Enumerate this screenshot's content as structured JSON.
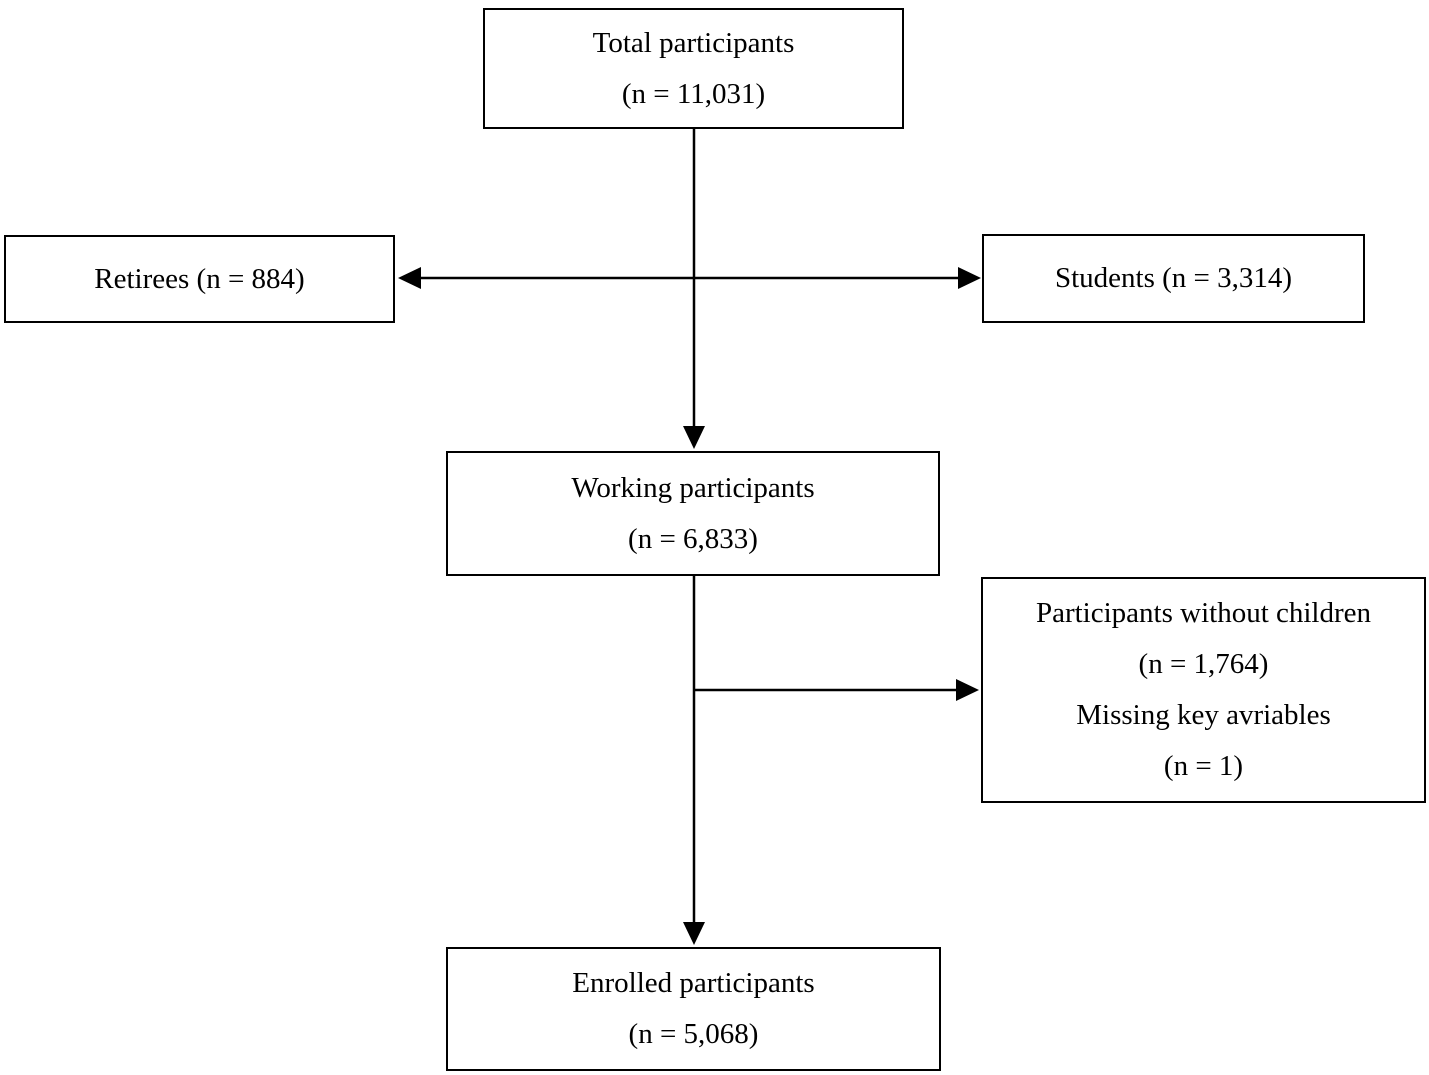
{
  "boxes": {
    "total": {
      "lines": [
        "Total participants",
        "(n = 11,031)"
      ]
    },
    "retirees": {
      "lines": [
        "Retirees (n = 884)"
      ]
    },
    "students": {
      "lines": [
        "Students (n = 3,314)"
      ]
    },
    "working": {
      "lines": [
        "Working participants",
        "(n = 6,833)"
      ]
    },
    "exclusions": {
      "lines": [
        "Participants without children",
        "(n = 1,764)",
        "Missing key avriables",
        "(n = 1)"
      ]
    },
    "enrolled": {
      "lines": [
        "Enrolled participants",
        "(n = 5,068)"
      ]
    }
  },
  "colors": {
    "border": "#000000",
    "line": "#000000",
    "text": "#000000",
    "background": "#ffffff"
  }
}
